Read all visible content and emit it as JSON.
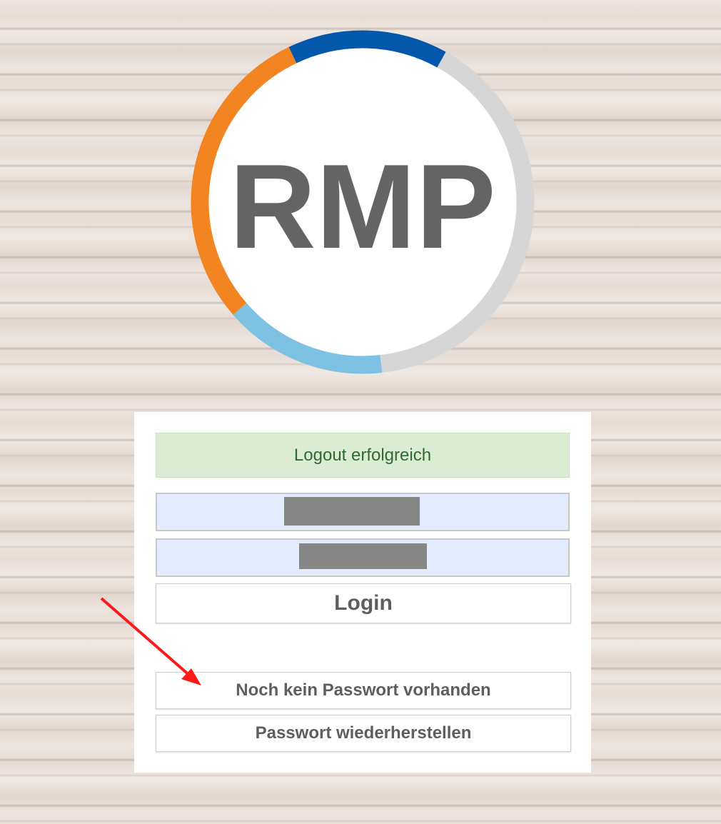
{
  "logo": {
    "text": "RMP",
    "ring_colors": {
      "blue": "#0358ab",
      "gray": "#d6d6d6",
      "light_blue": "#7dc1e3",
      "orange": "#f38422"
    },
    "text_color": "#646464"
  },
  "login": {
    "alert_text": "Logout erfolgreich",
    "username_value": "",
    "password_value": "",
    "login_label": "Login",
    "no_password_label": "Noch kein Passwort vorhanden",
    "recover_password_label": "Passwort wiederherstellen"
  },
  "annotation": {
    "arrow_color": "#ff1a1a"
  }
}
